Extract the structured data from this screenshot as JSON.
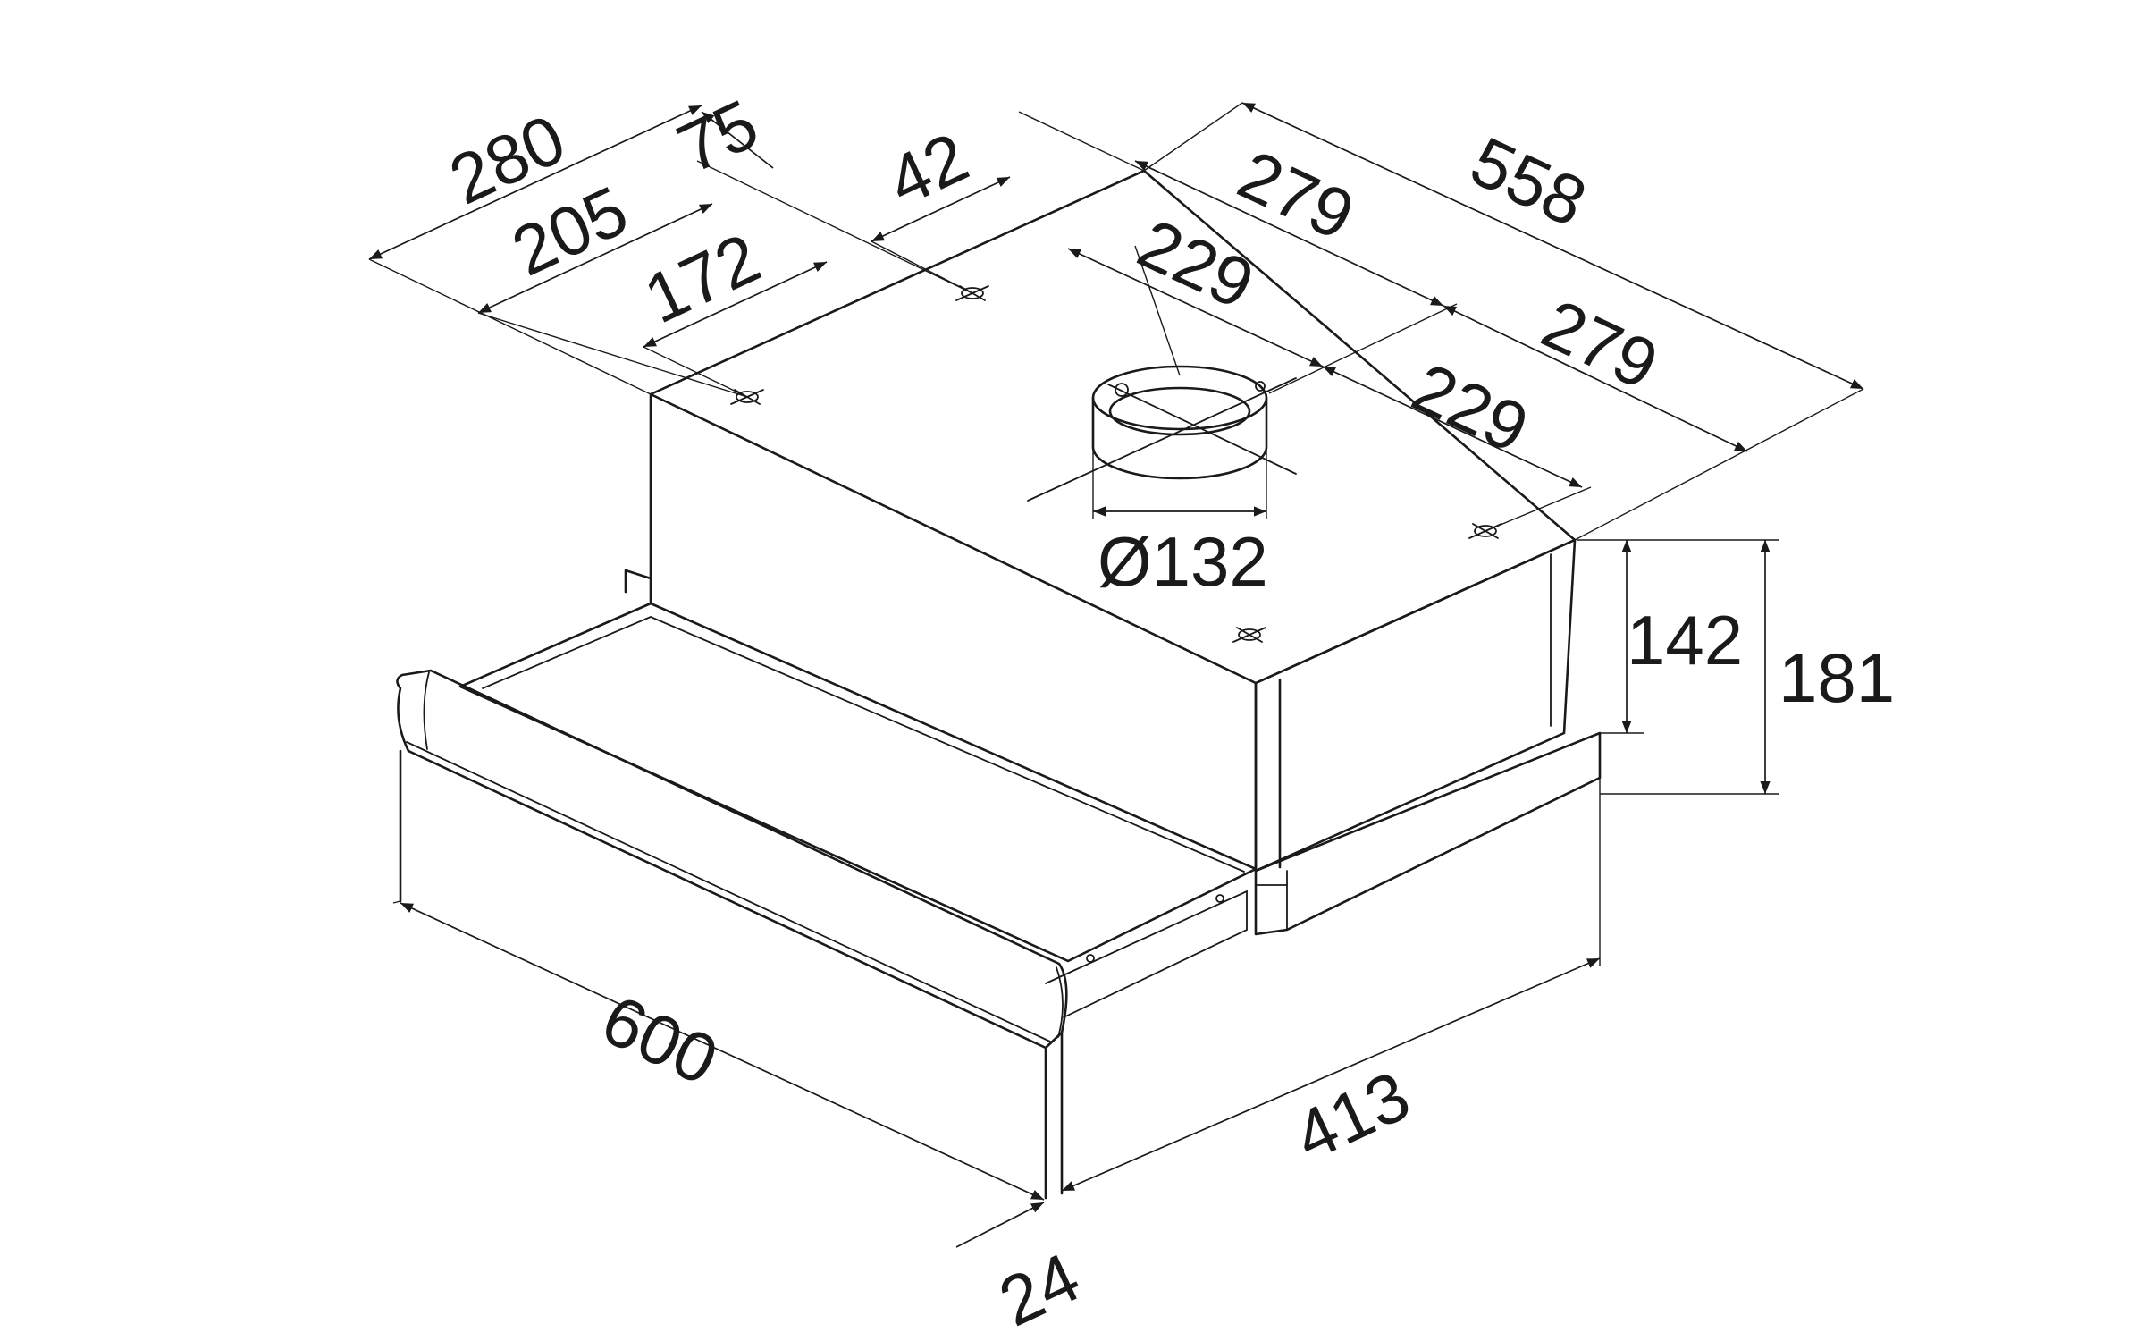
{
  "colors": {
    "line": "#1a1a1a",
    "background": "#ffffff"
  },
  "dimensions": {
    "d280": "280",
    "d75": "75",
    "d42": "42",
    "d205": "205",
    "d172": "172",
    "d279a": "279",
    "d558": "558",
    "d229a": "229",
    "d279b": "279",
    "d229b": "229",
    "d132": "Ø132",
    "d142": "142",
    "d181": "181",
    "d600": "600",
    "d413": "413",
    "d24": "24"
  }
}
